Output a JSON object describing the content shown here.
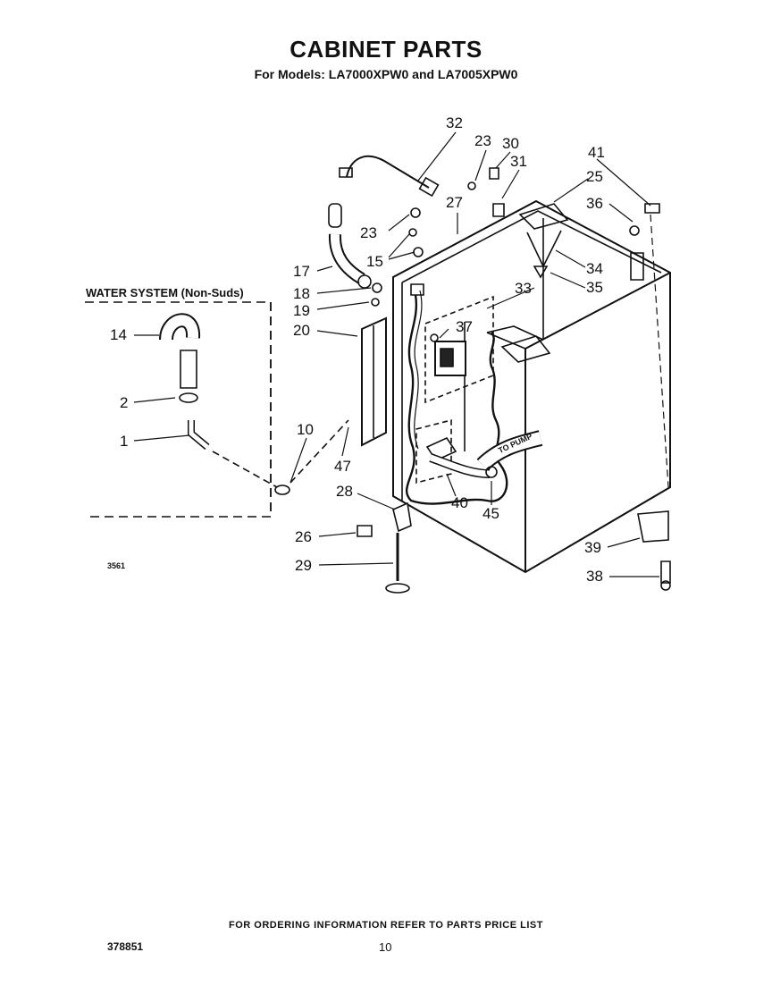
{
  "header": {
    "title": "CABINET PARTS",
    "subtitle": "For Models: LA7000XPW0 and LA7005XPW0"
  },
  "water_system_label": "WATER SYSTEM (Non-Suds)",
  "callouts": {
    "p1": "1",
    "p2": "2",
    "p10": "10",
    "p14": "14",
    "p15": "15",
    "p17": "17",
    "p18": "18",
    "p19": "19",
    "p20": "20",
    "p23a": "23",
    "p23b": "23",
    "p25": "25",
    "p26": "26",
    "p27": "27",
    "p28": "28",
    "p29": "29",
    "p30": "30",
    "p31": "31",
    "p32": "32",
    "p33": "33",
    "p34": "34",
    "p35": "35",
    "p36": "36",
    "p37": "37",
    "p38": "38",
    "p39": "39",
    "p40": "40",
    "p41": "41",
    "p45": "45",
    "p47": "47"
  },
  "hose_label": "TO PUMP",
  "figure_code": "3561",
  "footer": {
    "ordering_info": "FOR ORDERING INFORMATION REFER TO PARTS PRICE LIST",
    "doc_number": "378851",
    "page_number": "10"
  }
}
